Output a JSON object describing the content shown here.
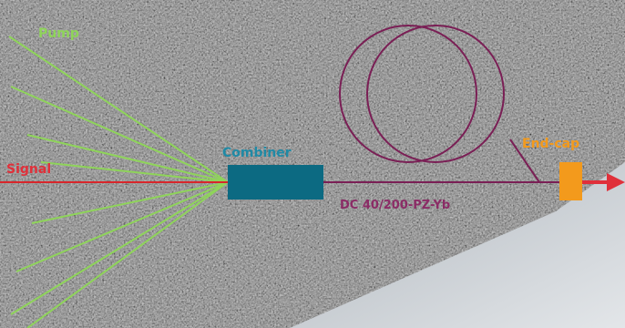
{
  "diagram": {
    "labels": {
      "pump": "Pump",
      "signal": "Signal",
      "combiner": "Combiner",
      "fiber": "DC 40/200-PZ-Yb",
      "endcap": "End-cap"
    },
    "colors": {
      "pump_line": "#8fd45a",
      "pump_text": "#8fd45a",
      "signal_line": "#d8262b",
      "signal_text": "#e0303a",
      "combiner_box": "#0c6a82",
      "combiner_text": "#1f8aa6",
      "fiber": "#7a1f55",
      "fiber_text": "#8b2c66",
      "endcap_box": "#f39a1c",
      "endcap_text": "#f39a1c",
      "output_arrow": "#e0303a"
    },
    "pump_fiber_count": 8
  }
}
